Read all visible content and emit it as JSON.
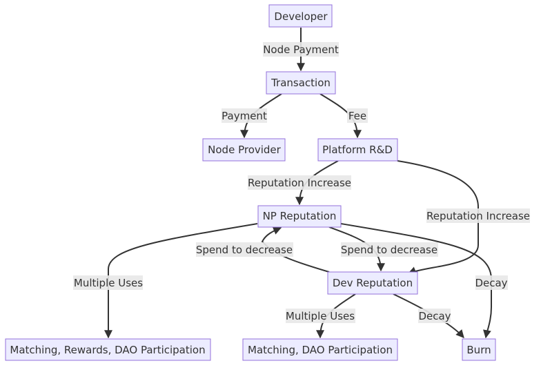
{
  "diagram": {
    "nodes": {
      "developer": "Developer",
      "transaction": "Transaction",
      "node_provider": "Node Provider",
      "platform_rd": "Platform R&D",
      "np_reputation": "NP Reputation",
      "dev_reputation": "Dev Reputation",
      "matching_rewards_dao": "Matching, Rewards, DAO Participation",
      "matching_dao": "Matching, DAO Participation",
      "burn": "Burn"
    },
    "edges": {
      "node_payment": "Node Payment",
      "payment": "Payment",
      "fee": "Fee",
      "reputation_increase_np": "Reputation Increase",
      "reputation_increase_dev": "Reputation Increase",
      "spend_to_decrease_left": "Spend to decrease",
      "spend_to_decrease_right": "Spend to decrease",
      "multiple_uses_np": "Multiple Uses",
      "decay_np": "Decay",
      "multiple_uses_dev": "Multiple Uses",
      "decay_dev": "Decay"
    },
    "colors": {
      "node_fill": "#ECECFF",
      "node_stroke": "#9370DB",
      "edge": "#333333",
      "label_bg": "#e8e8e8"
    }
  }
}
